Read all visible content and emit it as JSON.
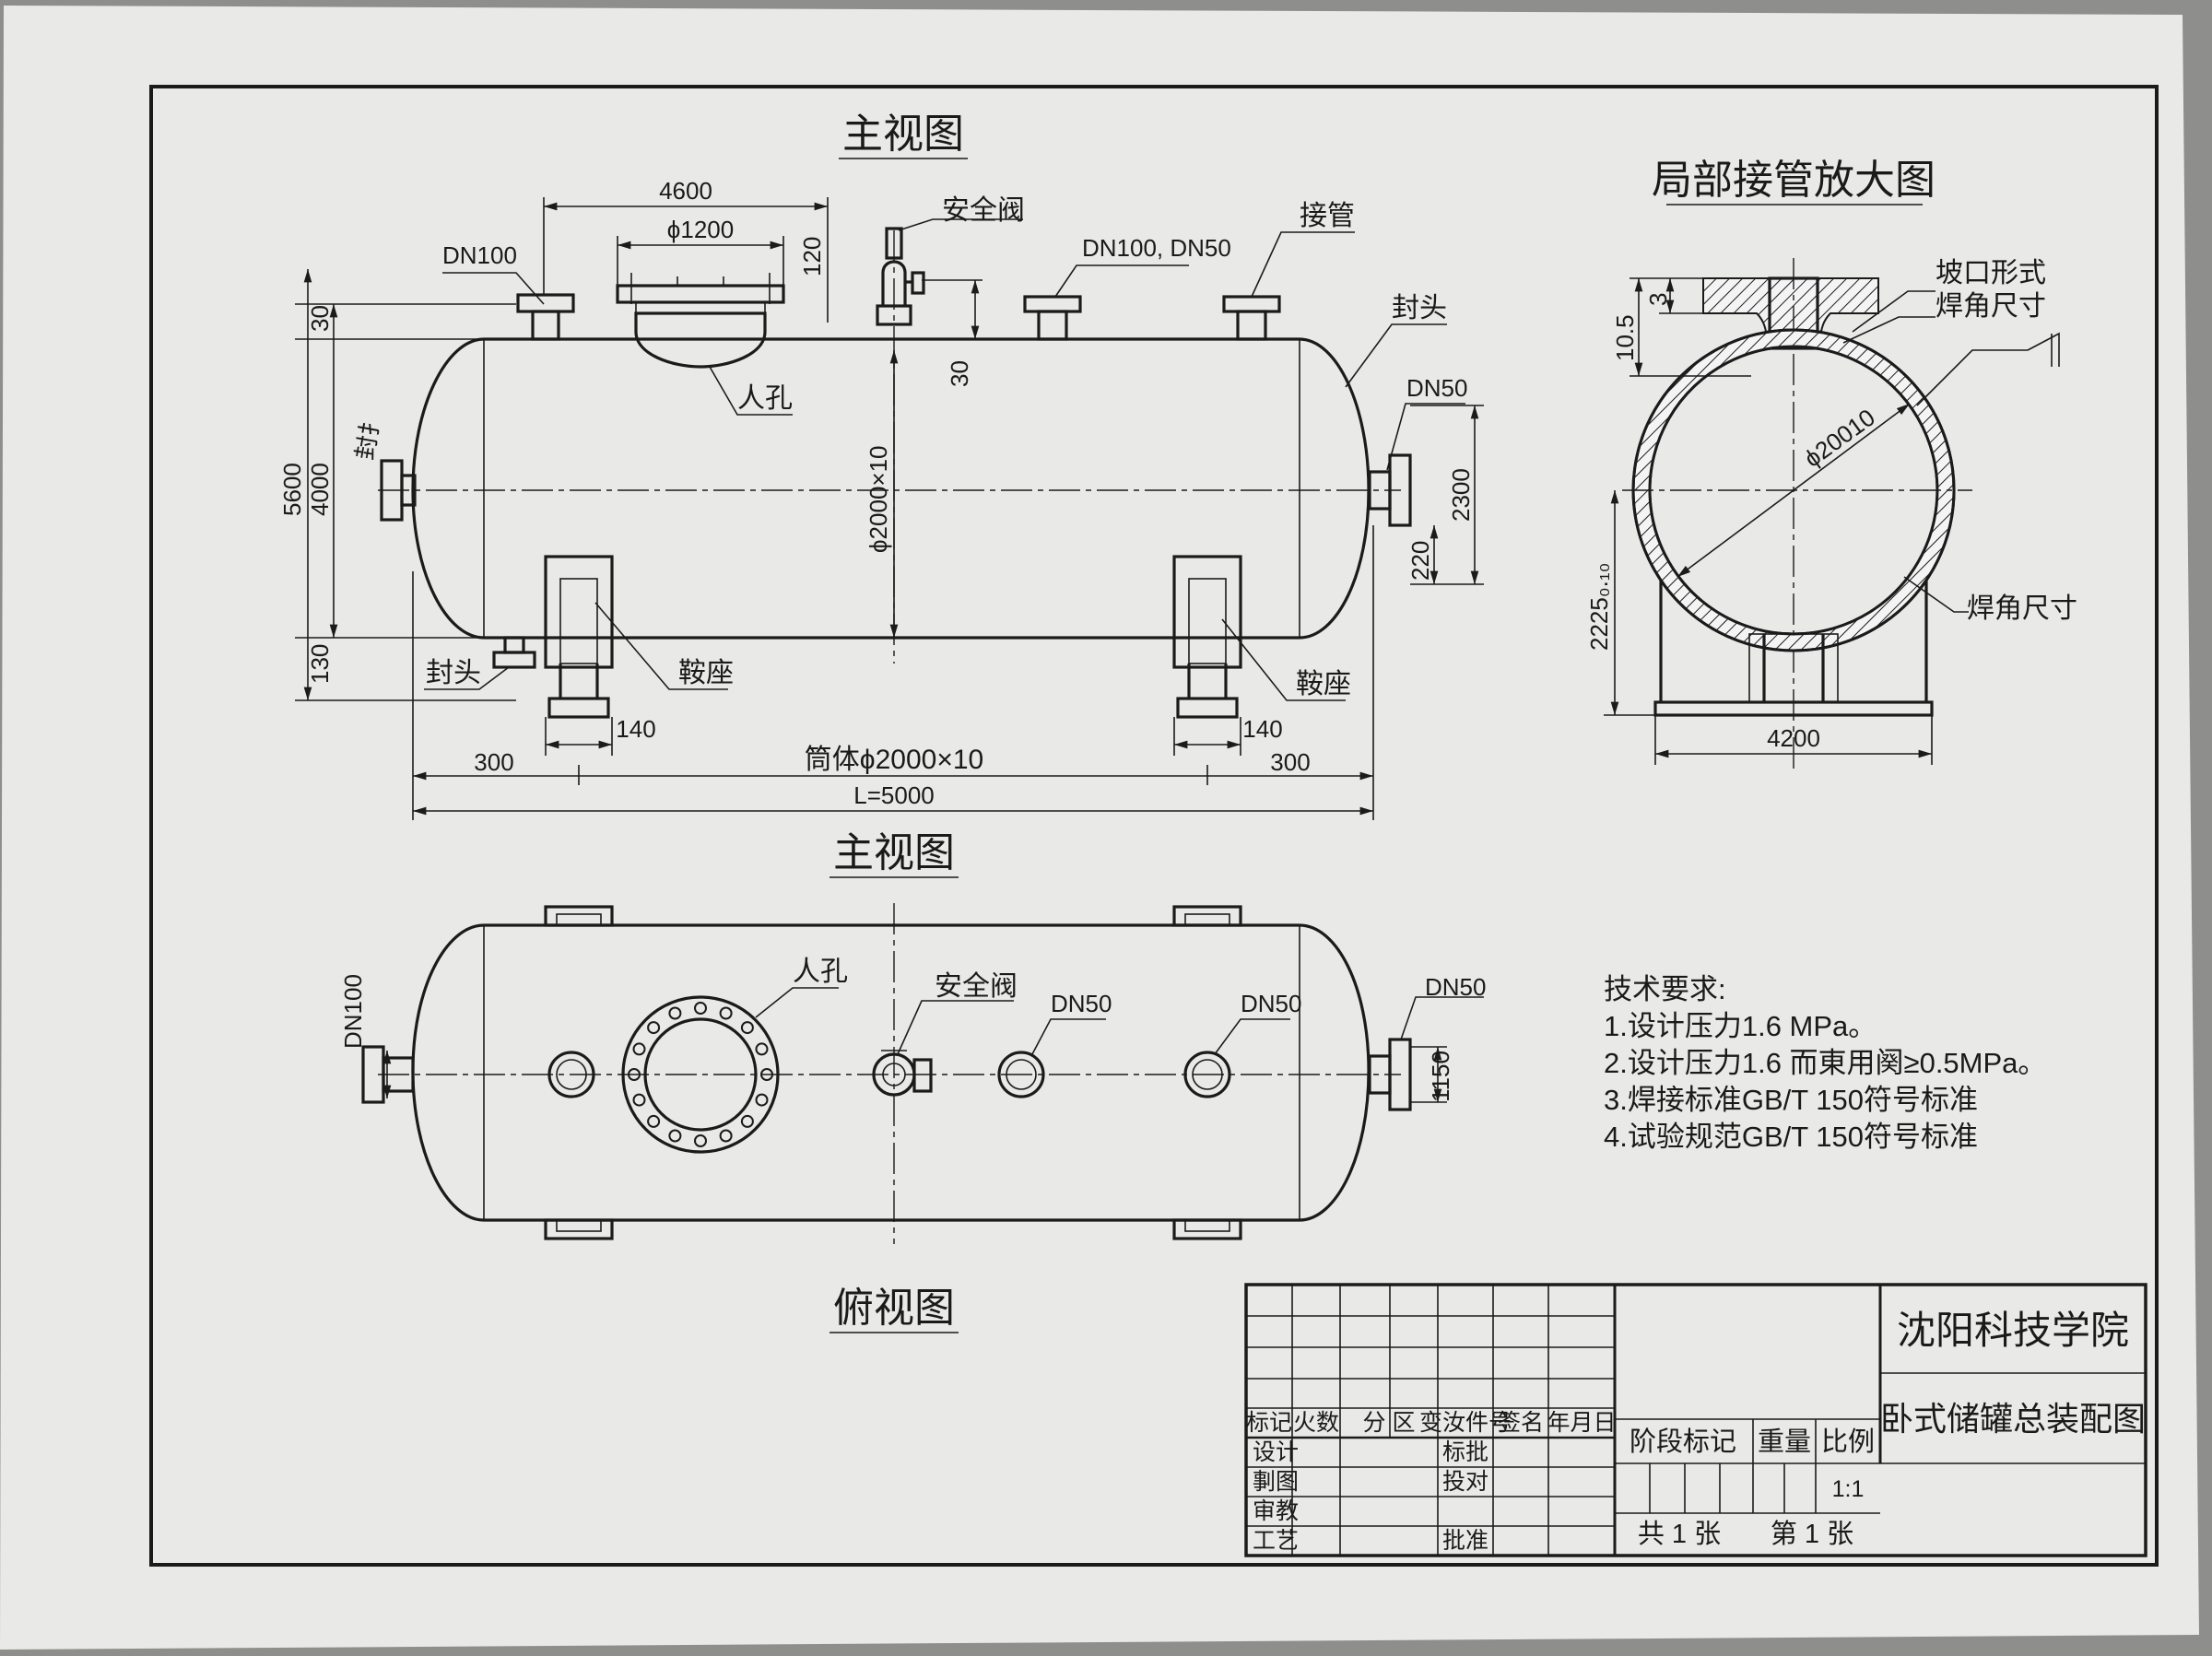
{
  "views": {
    "front_title": "主视图",
    "front2_title": "主视图",
    "top_title": "俯视图",
    "detail_title": "局部接管放大图"
  },
  "front": {
    "dim_4600": "4600",
    "dim_phi1200": "ϕ1200",
    "dim_120": "120",
    "dim_30_top": "30",
    "dim_30_valve": "30",
    "dim_5600": "5600",
    "dim_4000": "4000",
    "dim_130": "130",
    "dim_phi2000": "ϕ2000×10",
    "dim_2300": "2300",
    "dim_220": "220",
    "dim_140_left": "140",
    "dim_140_right": "140",
    "dim_300_left": "300",
    "dim_300_right": "300",
    "dim_shell": "筒体ϕ2000×10",
    "dim_L": "L=5000",
    "lbl_dn100": "DN100",
    "lbl_safety_valve": "安全阀",
    "lbl_dn100_dn50": "DN100, DN50",
    "lbl_nozzle": "接管",
    "lbl_head_right": "封头",
    "lbl_manhole": "人孔",
    "lbl_dn50": "DN50",
    "lbl_head_left": "封头",
    "lbl_saddle_left": "鞍座",
    "lbl_saddle_right": "鞍座",
    "lbl_side": "封扌"
  },
  "top": {
    "lbl_manhole": "人孔",
    "lbl_safety_valve": "安全阀",
    "lbl_dn50_a": "DN50",
    "lbl_dn50_b": "DN50",
    "lbl_dn50_c": "DN50",
    "lbl_dn100": "DN100",
    "dim_1150": "1150"
  },
  "detail": {
    "lbl_groove": "坡口形式",
    "lbl_weld_size_1": "焊角尺寸",
    "lbl_weld_size_2": "焊角尺寸",
    "dim_10_5": "10.5",
    "dim_3": "3",
    "dim_phi20010": "ϕ20010",
    "dim_2225": "2225₀.₁₀",
    "dim_4200": "4200"
  },
  "notes": {
    "title": "技术要求:",
    "items": [
      "1.设计压力1.6 MPa。",
      "2.设计压力1.6 而東用阕≥0.5MPa。",
      "3.焊接标准GB/T 150符号标准",
      "4.试验规范GB/T 150符号标准"
    ]
  },
  "title_block": {
    "school": "沈阳科技学院",
    "drawing": "卧式储罐总装配图",
    "rev_headers": [
      "标记",
      "火数",
      "分 区",
      "变汝件号",
      "签名",
      "年月日"
    ],
    "design": "设计",
    "draw": "剚图",
    "review": "审教",
    "process": "工艺",
    "std": "标批",
    "check": "投对",
    "approve": "批准",
    "stage": "阶段标记",
    "weight": "重量",
    "scale": "比例",
    "scale_value": "1:1",
    "sheets": "共 1 张",
    "sheet_no": "第 1 张"
  }
}
